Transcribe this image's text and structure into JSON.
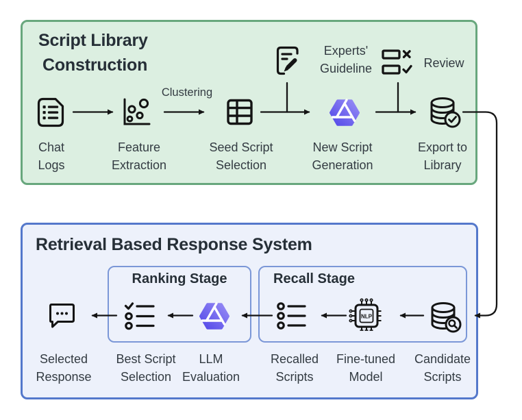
{
  "colors": {
    "page_bg": "#ffffff",
    "library_panel_bg": "#dcefe1",
    "library_panel_border": "#68a77d",
    "retrieval_panel_bg": "#edf1fb",
    "retrieval_panel_border": "#5478cb",
    "stage_box_border": "#7b97d7",
    "title_text": "#262f37",
    "label_text": "#333b42",
    "icon_stroke": "#141414",
    "llm_logo_gradient_start": "#5248e8",
    "llm_logo_gradient_end": "#988df5"
  },
  "library_panel": {
    "title_line1": "Script Library",
    "title_line2": "Construction",
    "clustering_arrow_label": "Clustering",
    "experts_guideline": {
      "line1": "Experts'",
      "line2": "Guideline",
      "icon": "document-pencil-icon"
    },
    "review": {
      "label": "Review",
      "icon": "review-checklist-icon"
    },
    "steps": [
      {
        "line1": "Chat",
        "line2": "Logs",
        "icon": "chat-logs-icon"
      },
      {
        "line1": "Feature",
        "line2": "Extraction",
        "icon": "scatter-plot-icon"
      },
      {
        "line1": "Seed Script",
        "line2": "Selection",
        "icon": "table-icon"
      },
      {
        "line1": "New Script",
        "line2": "Generation",
        "icon": "llm-logo-icon"
      },
      {
        "line1": "Export to",
        "line2": "Library",
        "icon": "database-check-icon"
      }
    ]
  },
  "retrieval_panel": {
    "title": "Retrieval Based Response System",
    "ranking_stage_label": "Ranking Stage",
    "recall_stage_label": "Recall Stage",
    "chip_label": "NLP",
    "steps": [
      {
        "line1": "Selected",
        "line2": "Response",
        "icon": "speech-bubble-icon"
      },
      {
        "line1": "Best Script",
        "line2": "Selection",
        "icon": "checklist-check-icon"
      },
      {
        "line1": "LLM",
        "line2": "Evaluation",
        "icon": "llm-logo-icon"
      },
      {
        "line1": "Recalled",
        "line2": "Scripts",
        "icon": "list-circles-icon"
      },
      {
        "line1": "Fine-tuned",
        "line2": "Model",
        "icon": "nlp-chip-icon"
      },
      {
        "line1": "Candidate",
        "line2": "Scripts",
        "icon": "database-search-icon"
      }
    ]
  }
}
